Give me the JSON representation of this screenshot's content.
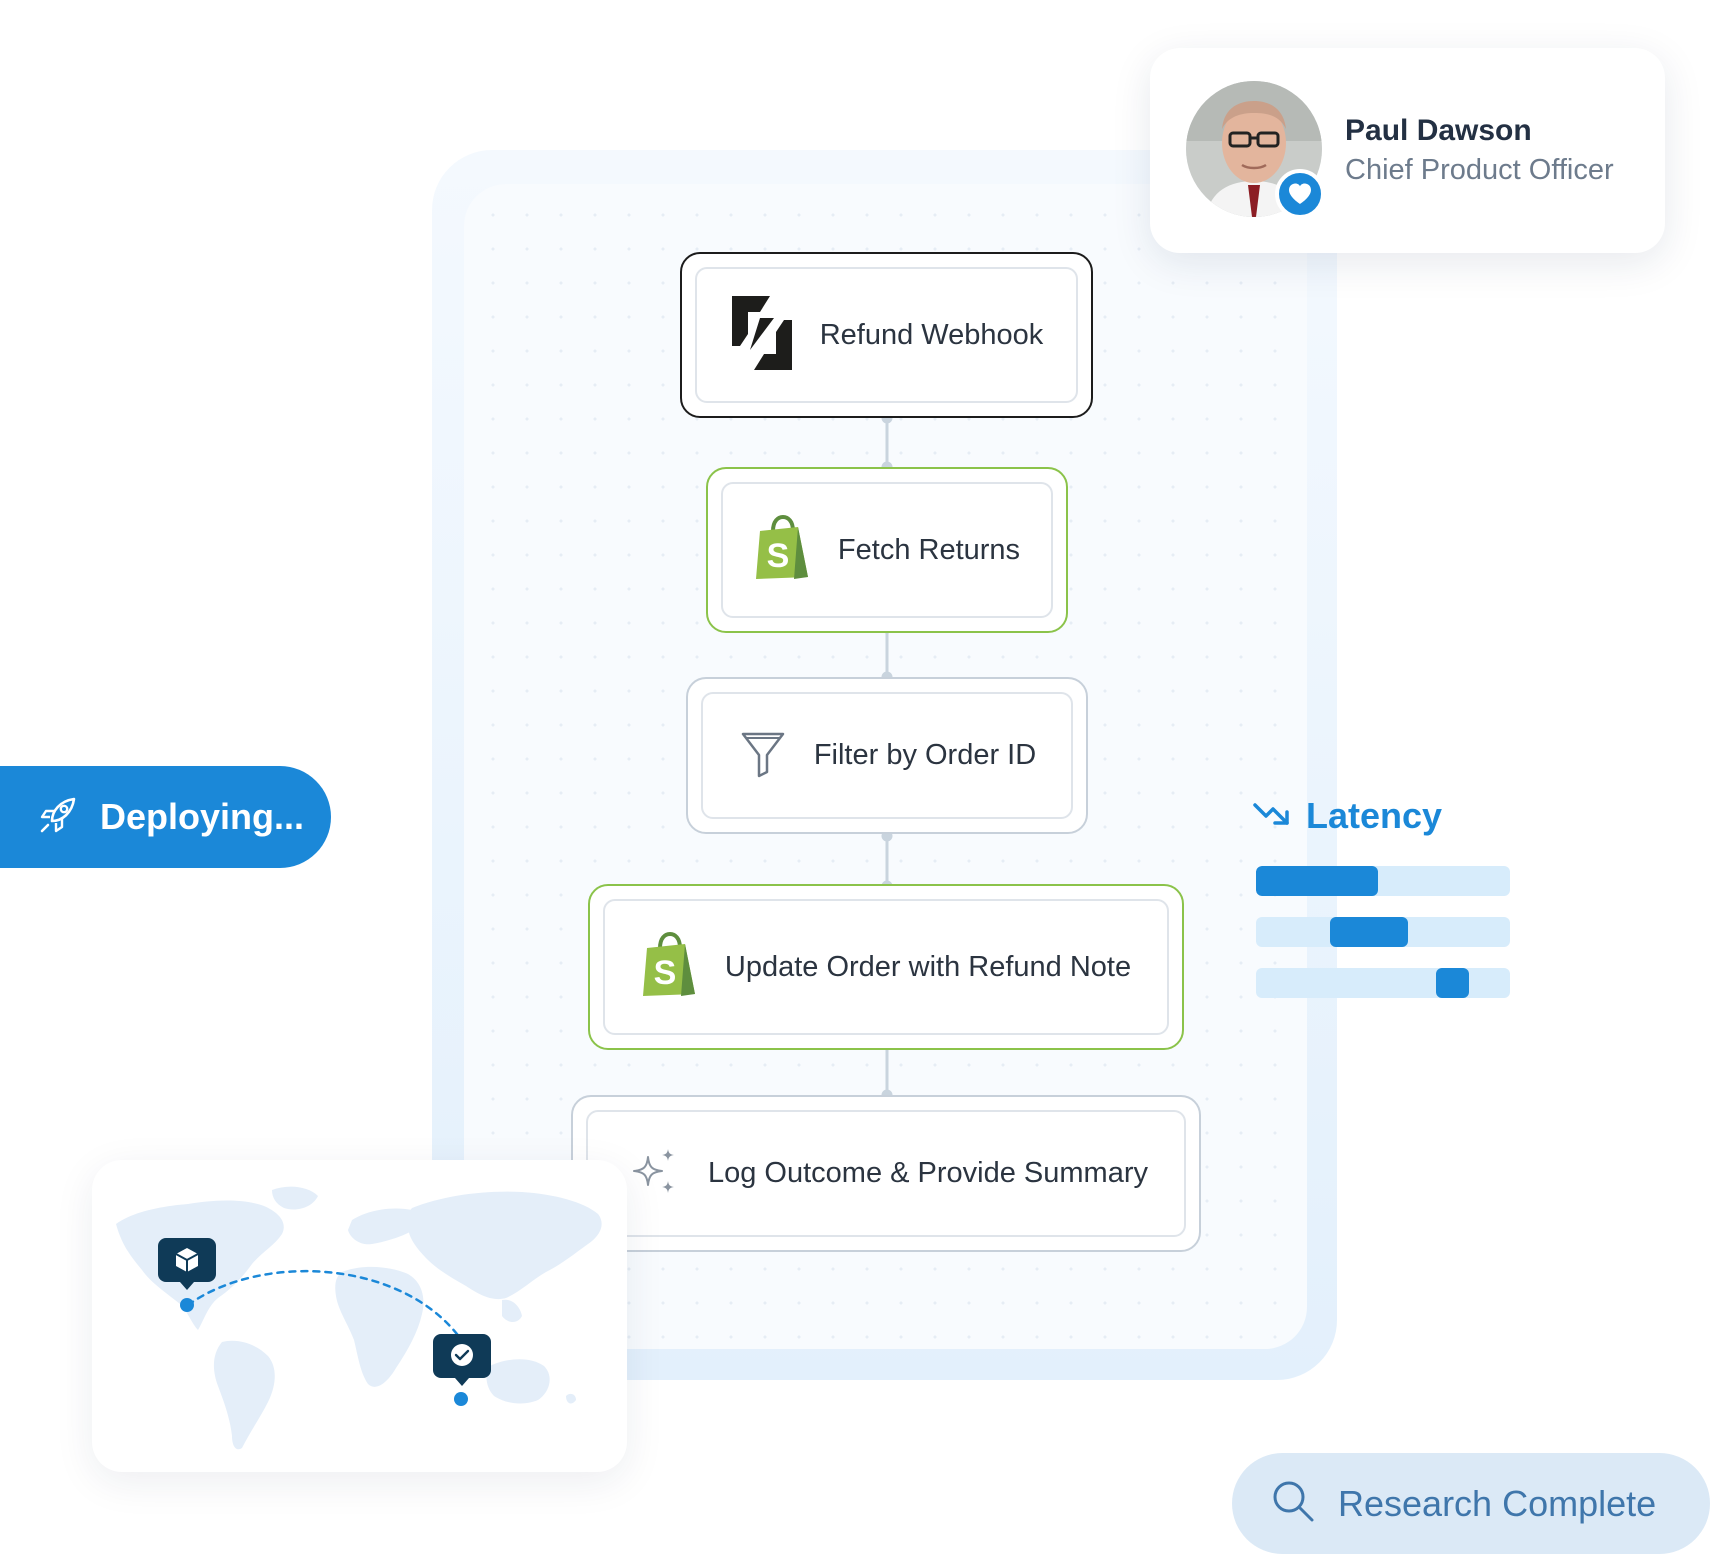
{
  "workflow": {
    "nodes": [
      {
        "label": "Refund Webhook",
        "icon": "zap-webhook-icon"
      },
      {
        "label": "Fetch Returns",
        "icon": "shopify-icon"
      },
      {
        "label": "Filter by Order ID",
        "icon": "filter-funnel-icon"
      },
      {
        "label": "Update Order with Refund Note",
        "icon": "shopify-icon"
      },
      {
        "label": "Log Outcome & Provide Summary",
        "icon": "sparkles-icon"
      }
    ]
  },
  "profile": {
    "name": "Paul Dawson",
    "role": "Chief Product Officer",
    "badge_icon": "heart-icon"
  },
  "deploy": {
    "label": "Deploying...",
    "icon": "rocket-icon"
  },
  "latency": {
    "label": "Latency",
    "icon": "trending-down-icon",
    "bars": [
      {
        "start": 0.0,
        "end": 0.48
      },
      {
        "start": 0.29,
        "end": 0.6
      },
      {
        "start": 0.71,
        "end": 0.84
      }
    ]
  },
  "map": {
    "origin_icon": "package-icon",
    "destination_icon": "check-icon"
  },
  "research": {
    "label": "Research Complete",
    "icon": "search-icon"
  },
  "colors": {
    "accent": "#1b88d8",
    "shopify_green": "#95bf47",
    "node_border_green": "#8bc34a",
    "map_land": "#e4eef9",
    "map_pin": "#0f3a57"
  }
}
